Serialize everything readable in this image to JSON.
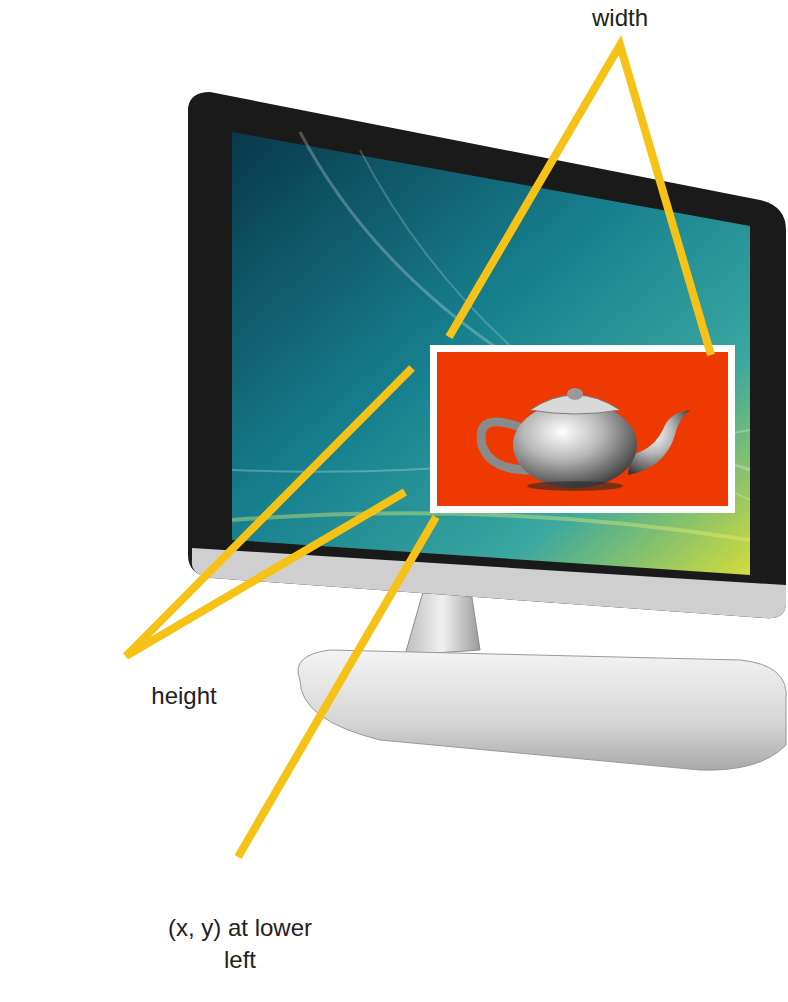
{
  "diagram": {
    "labels": [
      "width",
      "height",
      "(x, y) at lower left"
    ]
  }
}
